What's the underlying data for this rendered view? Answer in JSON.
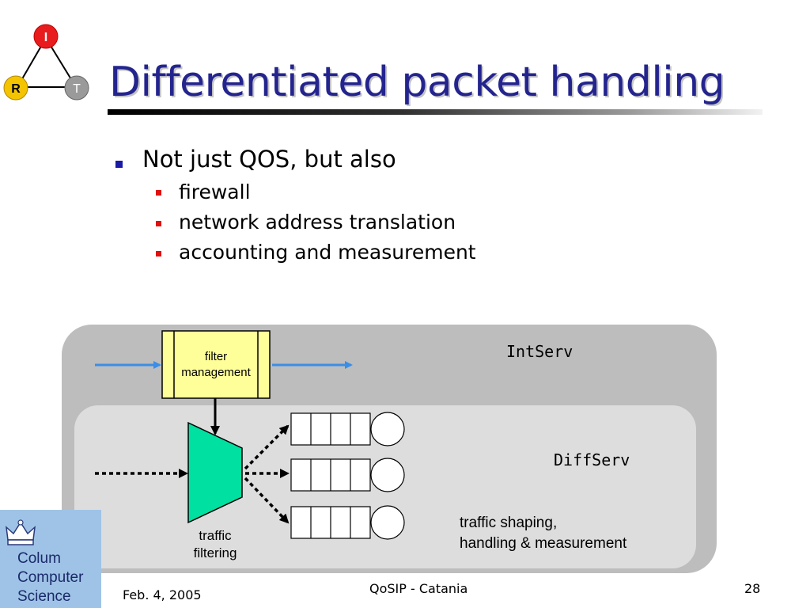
{
  "logo": {
    "node_top": "I",
    "node_left": "R",
    "node_right": "T",
    "colors": {
      "top": "#e81c1c",
      "left": "#f5c400",
      "right": "#9a9a9a"
    }
  },
  "title": "Differentiated packet handling",
  "bullets": {
    "main": "Not just QOS, but also",
    "sub": [
      "firewall",
      "network address translation",
      "accounting and measurement"
    ]
  },
  "diagram": {
    "filter_box": "filter\nmanagement",
    "intserv_label": "IntServ",
    "diffserv_label": "DiffServ",
    "traffic_filtering": "traffic\nfiltering",
    "shaping_label": "traffic shaping,\nhandling & measurement",
    "colors": {
      "filter_box": "#ffff99",
      "classifier": "#00e0a0",
      "arrow": "#3a8ee6",
      "outer": "#bdbdbd",
      "inner": "#dddddd"
    }
  },
  "institution": {
    "lines": [
      "Colum",
      "Computer",
      "Science"
    ]
  },
  "footer": {
    "date": "Feb. 4, 2005",
    "center": "QoSIP - Catania",
    "page": "28"
  }
}
